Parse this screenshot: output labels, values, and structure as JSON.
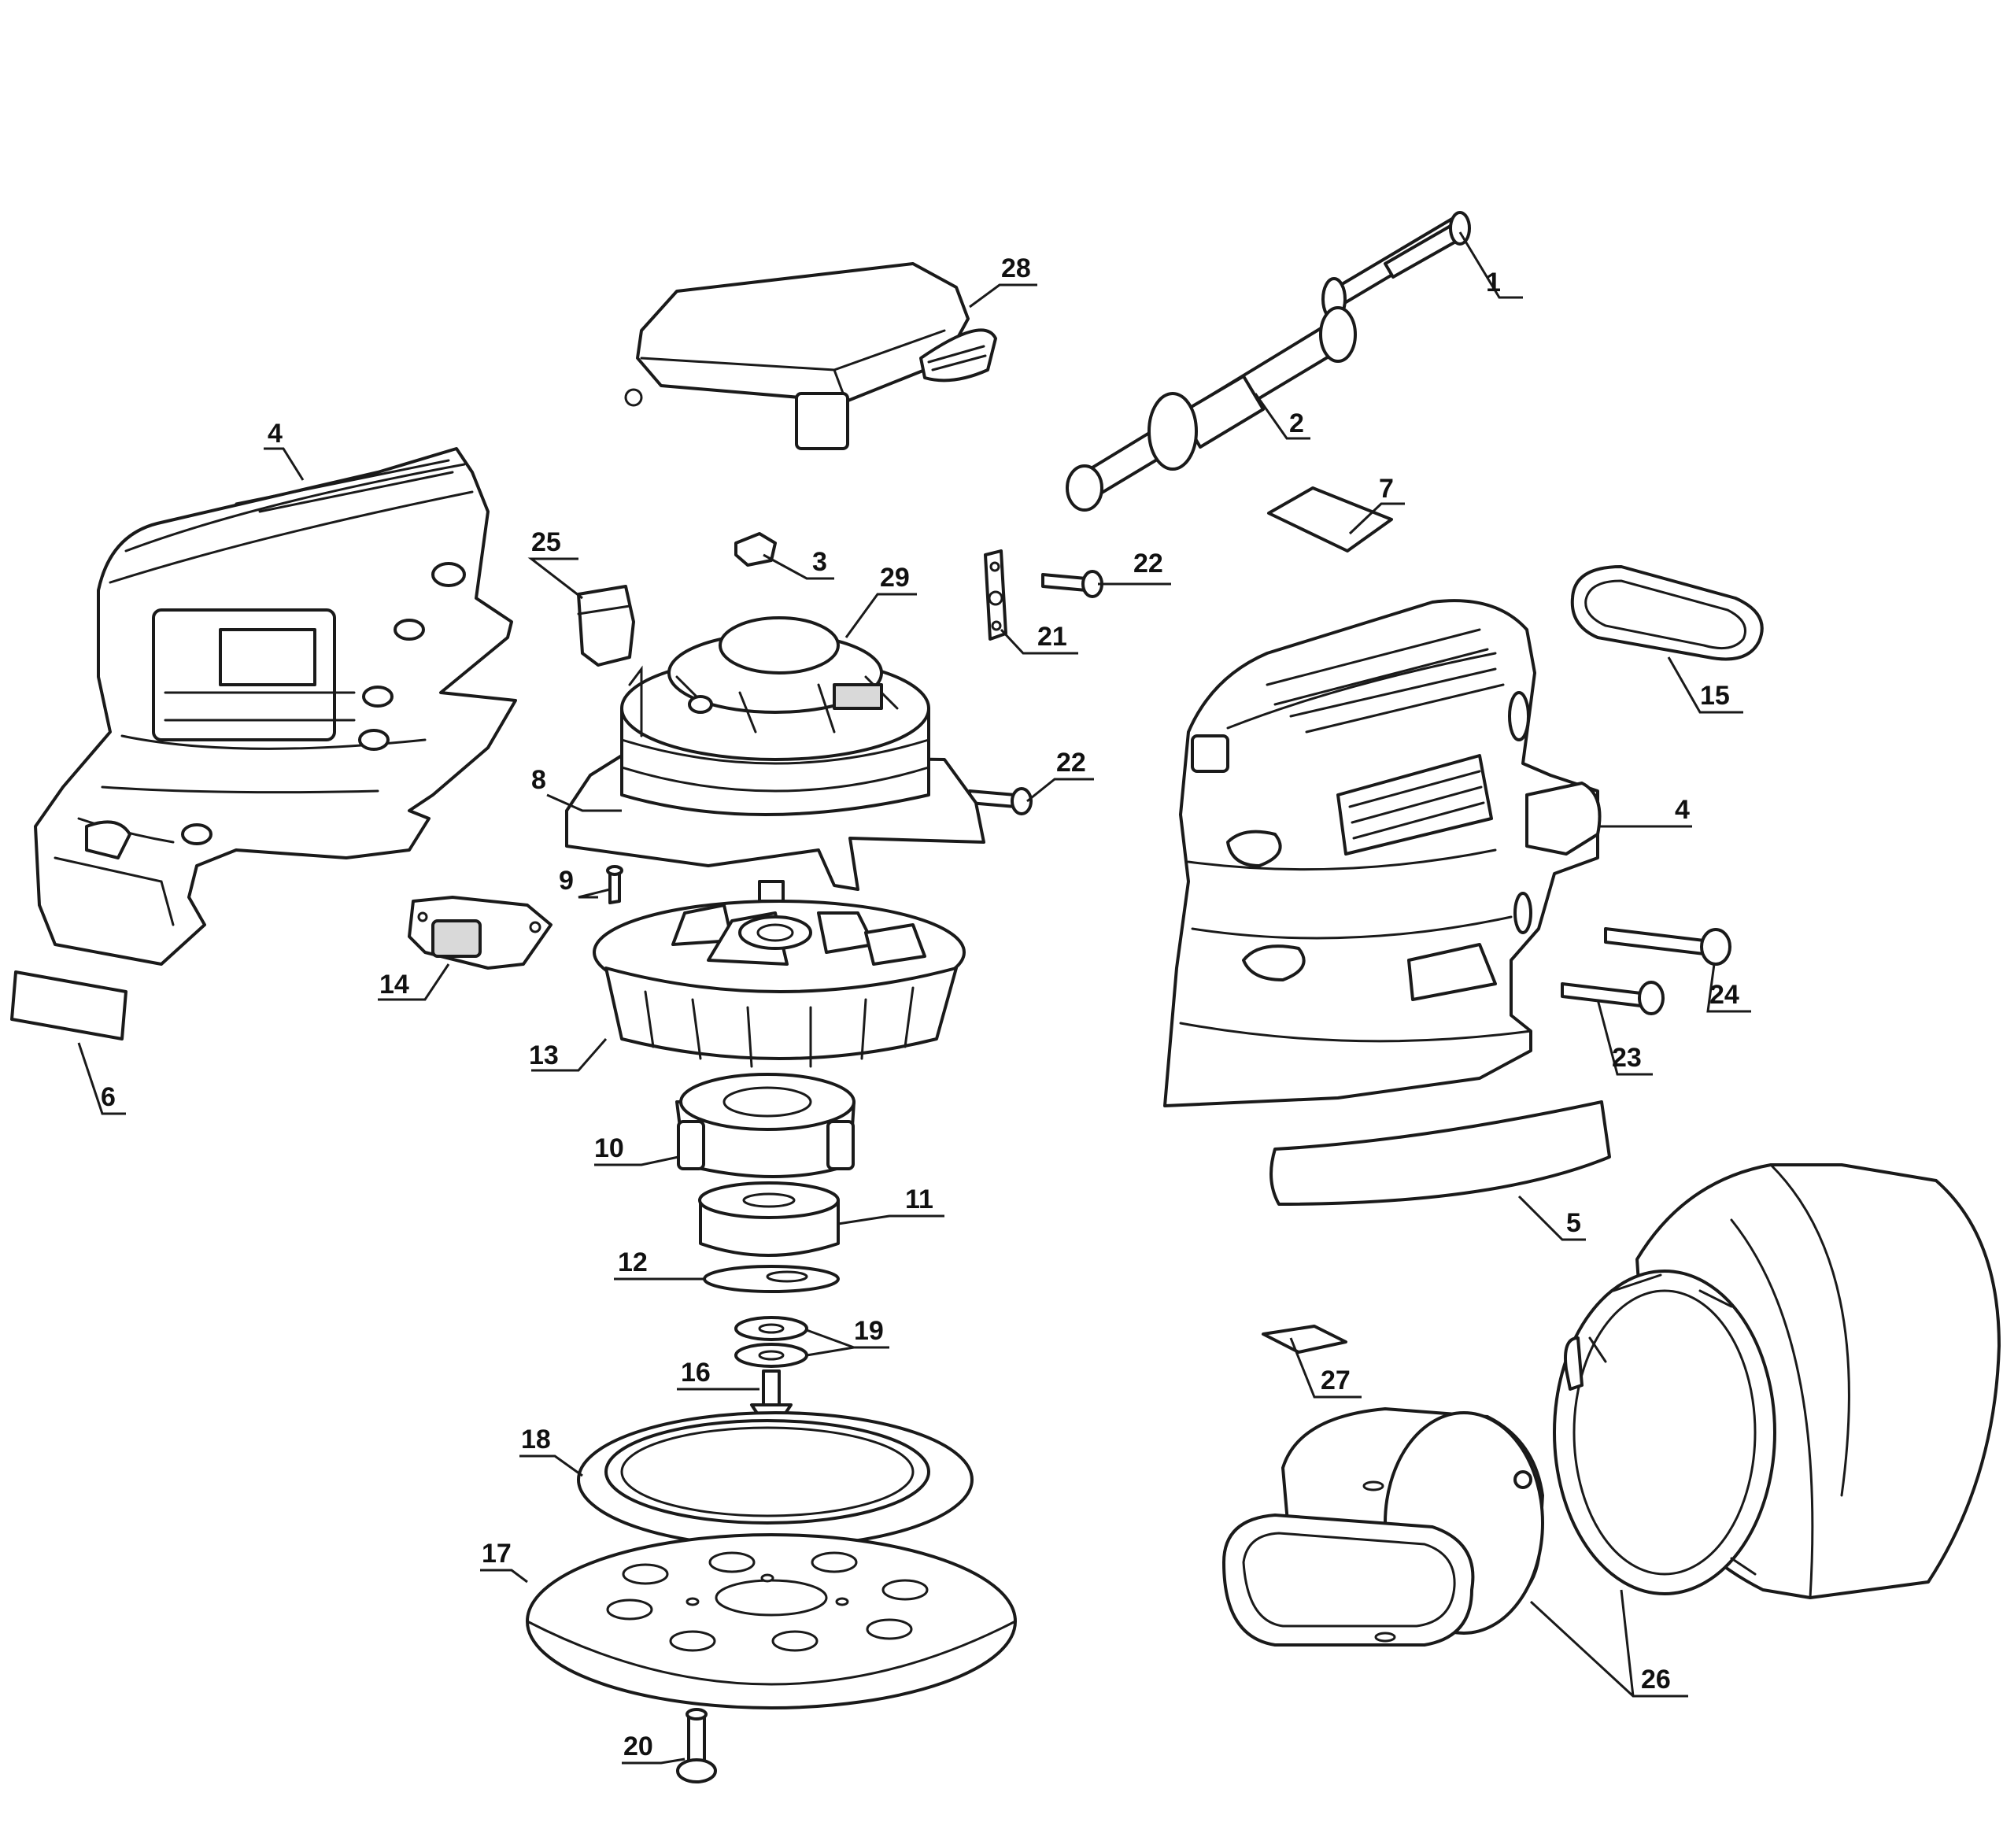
{
  "callouts": {
    "c1": "1",
    "c2": "2",
    "c3": "3",
    "c4a": "4",
    "c4b": "4",
    "c5": "5",
    "c6": "6",
    "c7": "7",
    "c8": "8",
    "c9": "9",
    "c10": "10",
    "c11": "11",
    "c12": "12",
    "c13": "13",
    "c14": "14",
    "c15": "15",
    "c16": "16",
    "c17": "17",
    "c18": "18",
    "c19": "19",
    "c20": "20",
    "c21": "21",
    "c22a": "22",
    "c22b": "22",
    "c23": "23",
    "c24": "24",
    "c25": "25",
    "c26": "26",
    "c27": "27",
    "c28": "28",
    "c29": "29"
  }
}
